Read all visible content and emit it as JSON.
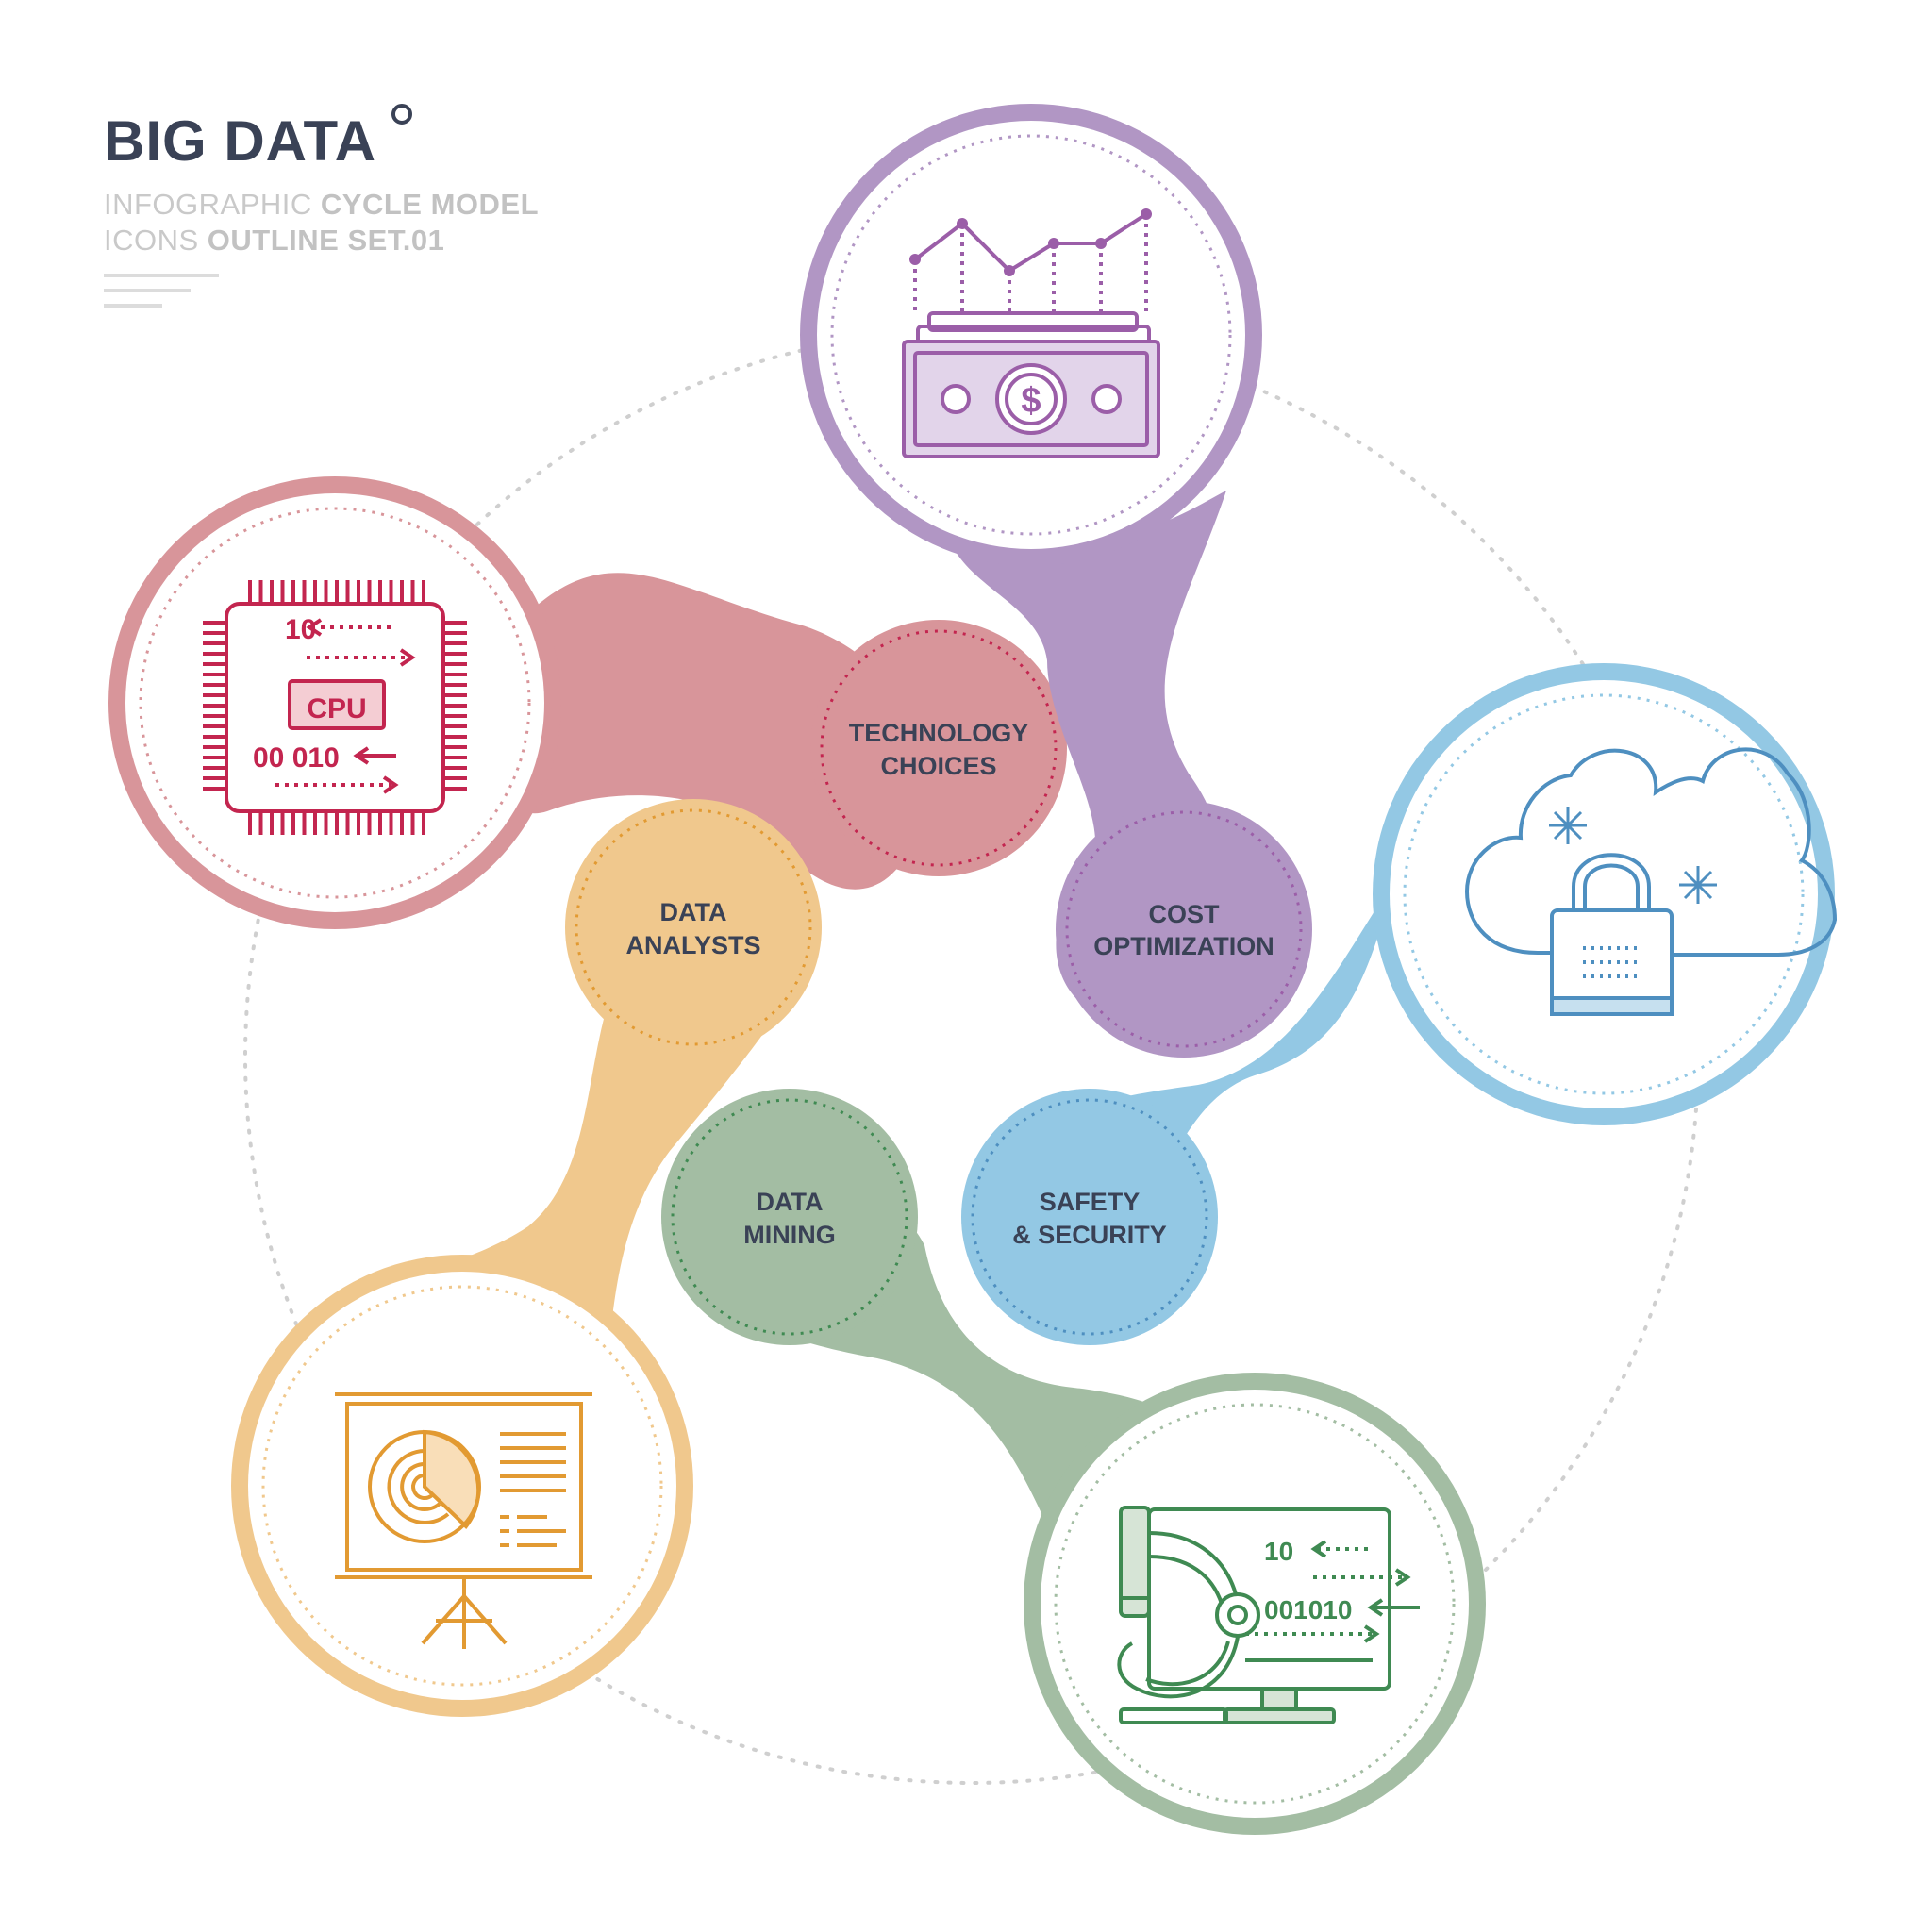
{
  "header": {
    "title": "BIG DATA",
    "subtitle_line1_light": "INFOGRAPHIC ",
    "subtitle_line1_bold": "CYCLE MODEL",
    "subtitle_line2_light": "ICONS ",
    "subtitle_line2_bold": "OUTLINE SET.01"
  },
  "steps": [
    {
      "label_line1": "TECHNOLOGY",
      "label_line2": "CHOICES",
      "color": "#d8959a",
      "dark": "#c3254f",
      "icon": "cpu-icon"
    },
    {
      "label_line1": "COST",
      "label_line2": "OPTIMIZATION",
      "color": "#b196c4",
      "dark": "#9b5ea8",
      "icon": "money-chart-icon"
    },
    {
      "label_line1": "SAFETY",
      "label_line2": "& SECURITY",
      "color": "#93c8e4",
      "dark": "#4e8fc0",
      "icon": "cloud-lock-icon"
    },
    {
      "label_line1": "DATA",
      "label_line2": "MINING",
      "color": "#a3bda3",
      "dark": "#3f8a52",
      "icon": "microscope-monitor-icon"
    },
    {
      "label_line1": "DATA",
      "label_line2": "ANALYSTS",
      "color": "#f0c88d",
      "dark": "#e29a32",
      "icon": "presentation-board-icon"
    }
  ],
  "icon_text": {
    "cpu_label": "CPU",
    "cpu_row1": "10",
    "cpu_row2": "00 010",
    "mining_row1": "10",
    "mining_row2": "001010",
    "currency": "$"
  }
}
